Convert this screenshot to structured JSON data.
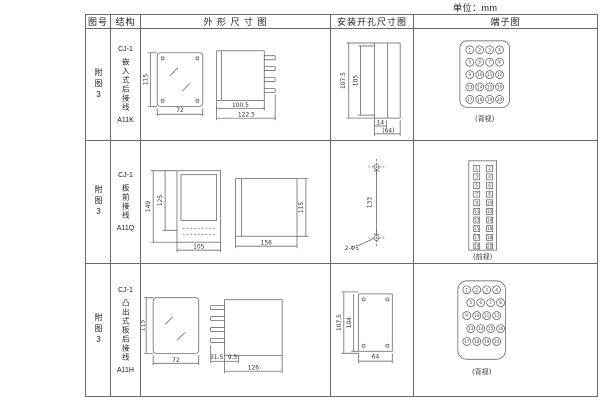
{
  "unit_label": "单位：mm",
  "table": {
    "headers": [
      "图号",
      "结构",
      "外 形 尺 寸 图",
      "安装开孔尺寸图",
      "端子图"
    ],
    "rows": [
      {
        "figure_no": "附图3",
        "structure": {
          "model": "CJ-1",
          "type": "嵌入式后接线",
          "code": "A11K"
        },
        "outline": {
          "front_height": "115",
          "front_width": "72",
          "depth_inner": "100.5",
          "depth_outer": "122.5"
        },
        "mounting": {
          "height_outer": "107.5",
          "height_inner": "105",
          "width_inner": "14",
          "width_outer": "(64)"
        },
        "terminal": {
          "view_label": "(背视)",
          "numbers": [
            [
              1,
              2,
              3,
              4
            ],
            [
              5,
              6,
              7,
              8
            ],
            [
              9,
              10,
              11,
              12
            ],
            [
              13,
              14,
              15,
              16
            ],
            [
              17,
              18,
              19,
              20
            ]
          ]
        }
      },
      {
        "figure_no": "附图3",
        "structure": {
          "model": "CJ-1",
          "type": "板前接线",
          "code": "A11Q"
        },
        "outline": {
          "front_height_outer": "149",
          "front_height_inner": "125",
          "front_width": "105",
          "side_depth": "156",
          "side_height": "115"
        },
        "mounting": {
          "hole_spacing": "133",
          "hole_label": "2-Φ5"
        },
        "terminal": {
          "view_label": "(前视)",
          "numbers": [
            [
              1,
              2
            ],
            [
              3,
              4
            ],
            [
              5,
              6
            ],
            [
              7,
              8
            ],
            [
              9,
              10
            ],
            [
              11,
              12
            ],
            [
              13,
              14
            ],
            [
              15,
              16
            ],
            [
              17,
              18
            ],
            [
              19,
              20
            ]
          ]
        }
      },
      {
        "figure_no": "附图3",
        "structure": {
          "model": "CJ-1",
          "type": "凸出式板后接线",
          "code": "A11H"
        },
        "outline": {
          "front_height": "115",
          "front_width": "72",
          "pin_depth": "31.5",
          "gap": "9.5",
          "side_depth": "126"
        },
        "mounting": {
          "height_outer": "107.5",
          "height_inner": "104",
          "width": "64"
        },
        "terminal": {
          "view_label": "(背视)",
          "numbers": [
            [
              1,
              2,
              3,
              4
            ],
            [
              5,
              6,
              7,
              8
            ],
            [
              9,
              10,
              11,
              12
            ],
            [
              13,
              14,
              15,
              16
            ],
            [
              17,
              18,
              19,
              20
            ]
          ]
        }
      }
    ]
  }
}
